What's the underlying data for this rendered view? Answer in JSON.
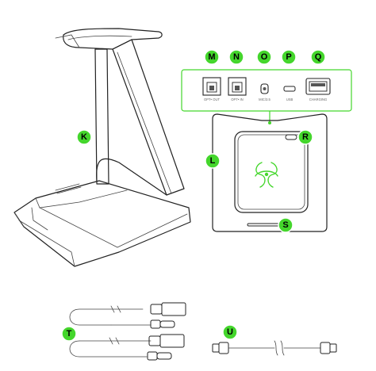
{
  "colors": {
    "accent": "#44d62c",
    "outline": "#222222",
    "logo": "#44d62c"
  },
  "callouts": {
    "K": "K",
    "L": "L",
    "M": "M",
    "N": "N",
    "O": "O",
    "P": "P",
    "Q": "Q",
    "R": "R",
    "S": "S",
    "T": "T",
    "U": "U"
  },
  "ports": {
    "m": "OPT• OUT",
    "n": "OPT• IN",
    "o": "MIC/3.5",
    "p": "USB",
    "q": "CHARGING"
  },
  "icons": {
    "logo": "razer-logo-icon",
    "usb_cable": "usb-a-to-usb-c-cable-icon",
    "optical_cable": "optical-cable-icon"
  }
}
